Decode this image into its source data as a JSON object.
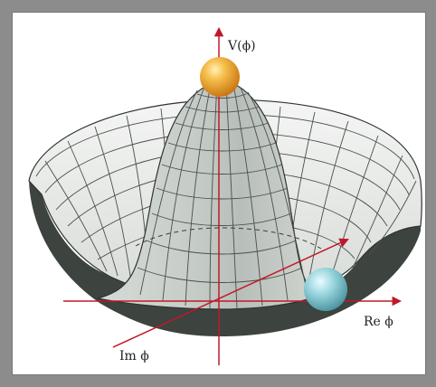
{
  "diagram": {
    "labels": {
      "potential": "V(ϕ)",
      "real_axis": "Re ϕ",
      "imag_axis": "Im ϕ"
    },
    "colors": {
      "background_frame": "#8c8c8c",
      "surface": "#e6e8e6",
      "surface_shade": "#b9bfba",
      "inner_wall": "#3d433f",
      "grid_lines": "#4a4f4b",
      "axis_red": "#c0182a",
      "ball_top": "#f2a93b",
      "ball_bottom": "#8fd0da"
    }
  }
}
